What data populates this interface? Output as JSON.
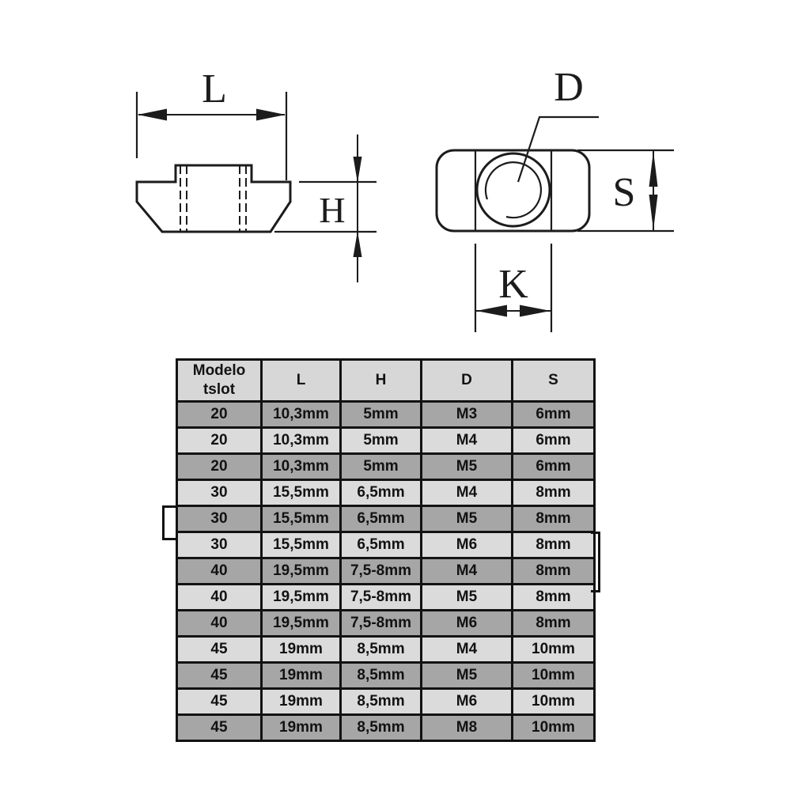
{
  "drawing": {
    "line_color": "#1c1c1c",
    "labels": {
      "L": "L",
      "H": "H",
      "D": "D",
      "S": "S",
      "K": "K"
    }
  },
  "table": {
    "model_header": {
      "line1": "Modelo",
      "line2": "tslot"
    },
    "dim_headers": [
      "L",
      "H",
      "D",
      "S"
    ],
    "rows": [
      {
        "shade": "dark",
        "cells": [
          "20",
          "10,3mm",
          "5mm",
          "M3",
          "6mm"
        ]
      },
      {
        "shade": "light",
        "cells": [
          "20",
          "10,3mm",
          "5mm",
          "M4",
          "6mm"
        ]
      },
      {
        "shade": "dark",
        "cells": [
          "20",
          "10,3mm",
          "5mm",
          "M5",
          "6mm"
        ]
      },
      {
        "shade": "light",
        "cells": [
          "30",
          "15,5mm",
          "6,5mm",
          "M4",
          "8mm"
        ]
      },
      {
        "shade": "dark",
        "cells": [
          "30",
          "15,5mm",
          "6,5mm",
          "M5",
          "8mm"
        ]
      },
      {
        "shade": "light",
        "cells": [
          "30",
          "15,5mm",
          "6,5mm",
          "M6",
          "8mm"
        ]
      },
      {
        "shade": "dark",
        "cells": [
          "40",
          "19,5mm",
          "7,5-8mm",
          "M4",
          "8mm"
        ]
      },
      {
        "shade": "light",
        "cells": [
          "40",
          "19,5mm",
          "7,5-8mm",
          "M5",
          "8mm"
        ]
      },
      {
        "shade": "dark",
        "cells": [
          "40",
          "19,5mm",
          "7,5-8mm",
          "M6",
          "8mm"
        ]
      },
      {
        "shade": "light",
        "cells": [
          "45",
          "19mm",
          "8,5mm",
          "M4",
          "10mm"
        ]
      },
      {
        "shade": "dark",
        "cells": [
          "45",
          "19mm",
          "8,5mm",
          "M5",
          "10mm"
        ]
      },
      {
        "shade": "light",
        "cells": [
          "45",
          "19mm",
          "8,5mm",
          "M6",
          "10mm"
        ]
      },
      {
        "shade": "dark",
        "cells": [
          "45",
          "19mm",
          "8,5mm",
          "M8",
          "10mm"
        ]
      }
    ],
    "colors": {
      "header_bg": "#d7d7d7",
      "row_light": "#dbdbdb",
      "row_dark": "#a6a6a6",
      "border": "#121212"
    }
  }
}
